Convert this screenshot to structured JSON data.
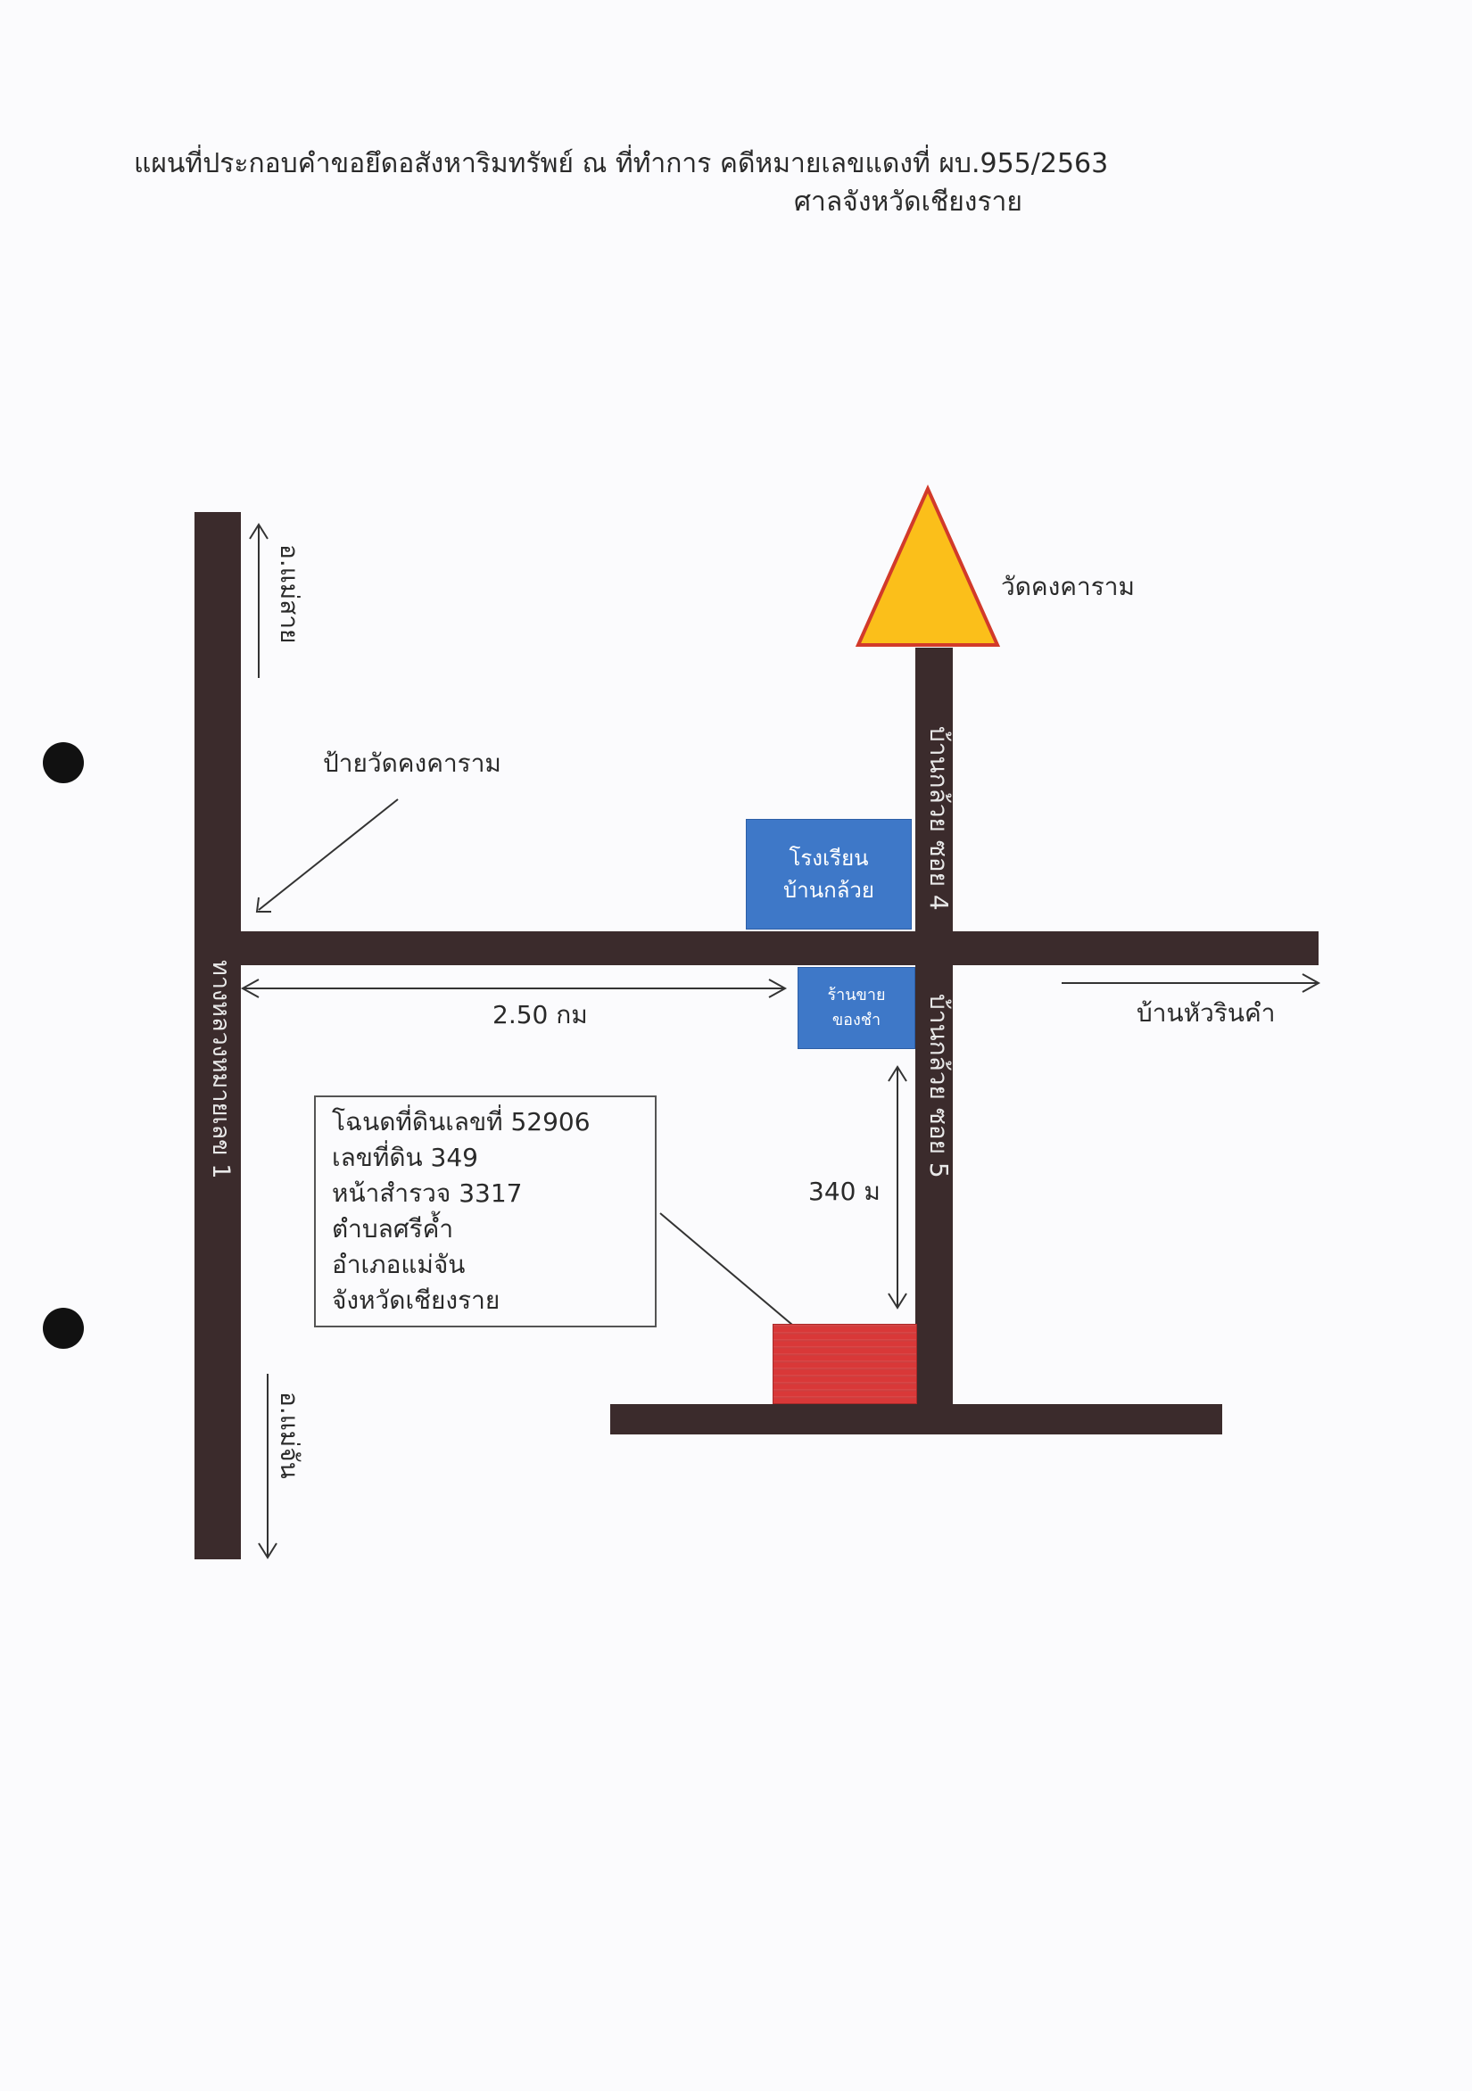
{
  "title": {
    "line1": "แผนที่ประกอบคำขอยึดอสังหาริมทรัพย์ ณ ที่ทำการ คดีหมายเลขแดงที่ ผบ.955/2563",
    "line2": "ศาลจังหวัดเชียงราย"
  },
  "roads": {
    "highway": "ทางหลวงหมายเลข 1",
    "soi4": "บ้านกล้วย ซอย 4",
    "soi5": "บ้านกล้วย ซอย 5"
  },
  "directions": {
    "north": "อ.แม่สาย",
    "south": "อ.แม่จัน",
    "east": "บ้านหัวรินคำ"
  },
  "landmarks": {
    "temple": "วัดคงคาราม",
    "temple_sign": "ป้ายวัดคงคาราม",
    "school_line1": "โรงเรียน",
    "school_line2": "บ้านกล้วย",
    "shop_line1": "ร้านขาย",
    "shop_line2": "ของชำ"
  },
  "distances": {
    "horizontal": "2.50 กม",
    "vertical": "340 ม"
  },
  "deed": {
    "line1": "โฉนดที่ดินเลขที่ 52906",
    "line2": "เลขที่ดิน 349",
    "line3": "หน้าสำรวจ 3317",
    "line4": "ตำบลศรีค้ำ",
    "line5": "อำเภอแม่จัน",
    "line6": "จังหวัดเชียงราย"
  },
  "colors": {
    "road": "#3b2b2c",
    "temple_fill": "#fbbf1a",
    "temple_stroke": "#d23a2a",
    "building_blue": "#3e78c8",
    "plot_red": "#dd3c3c"
  }
}
